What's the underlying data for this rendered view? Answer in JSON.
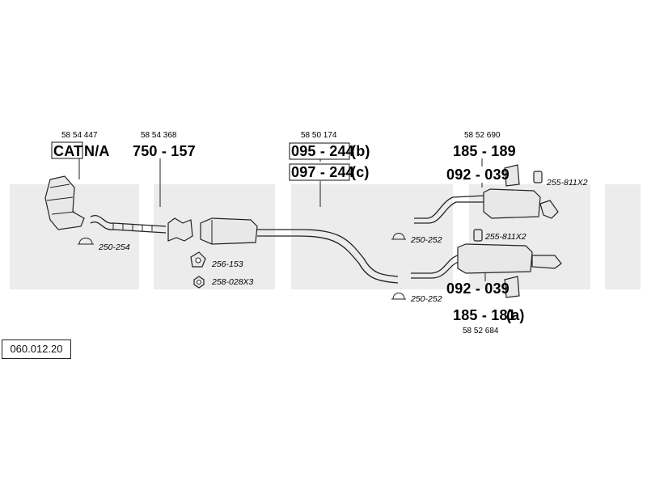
{
  "diagram_id": "060.012.20",
  "parts": {
    "cat_number": "58 54 447",
    "cat_code": "CAT",
    "cat_suffix": "N/A",
    "front_number": "58 54 368",
    "front_code": "750 - 157",
    "mid_number": "58 50 174",
    "mid_code_b": "095 - 244",
    "mid_suffix_b": "(b)",
    "mid_code_c": "097 - 244",
    "mid_suffix_c": "(c)",
    "rear_top_number": "58 52 690",
    "rear_top_code": "185 - 189",
    "rear_top_mount": "092 - 039",
    "rear_top_bolt": "255-811X2",
    "rear_bottom_bolt": "255-811X2",
    "rear_bottom_mount": "092 - 039",
    "rear_bottom_code": "185 - 181",
    "rear_bottom_suffix": "(a)",
    "rear_bottom_number": "58 52 684",
    "clamp_cat": "250-254",
    "gasket": "256-153",
    "nut": "258-028X3",
    "clamp_top": "250-252",
    "clamp_bottom": "250-252"
  }
}
